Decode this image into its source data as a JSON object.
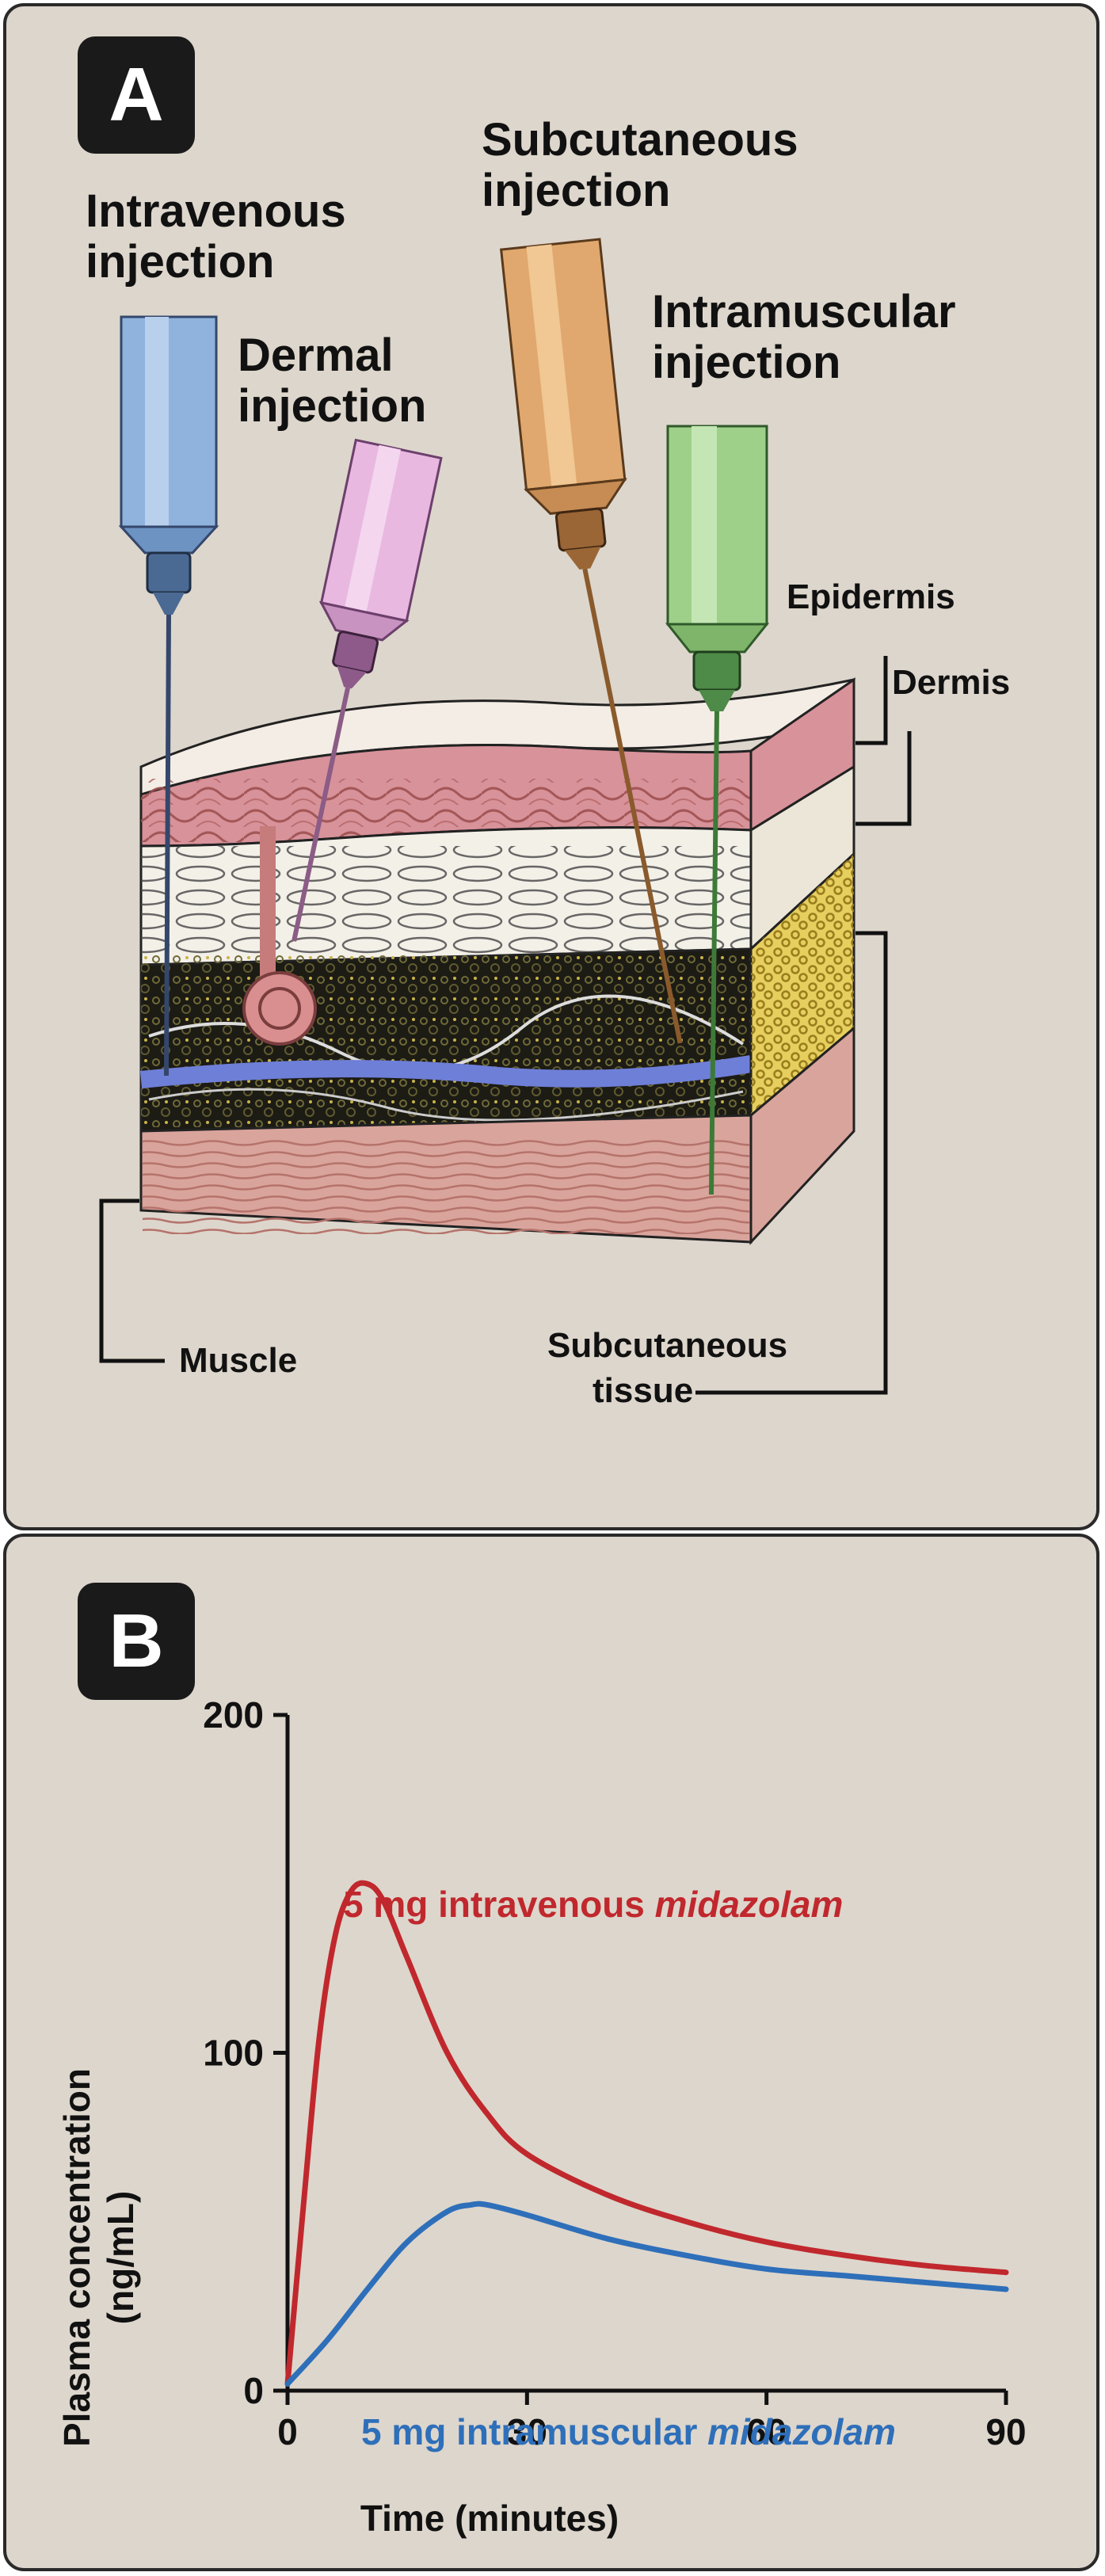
{
  "panel_a": {
    "badge": "A",
    "labels": {
      "iv_line1": "Intravenous",
      "iv_line2": "injection",
      "dermal_line1": "Dermal",
      "dermal_line2": "injection",
      "sc_line1": "Subcutaneous",
      "sc_line2": "injection",
      "im_line1": "Intramuscular",
      "im_line2": "injection",
      "epidermis": "Epidermis",
      "dermis": "Dermis",
      "muscle": "Muscle",
      "sctissue_line1": "Subcutaneous",
      "sctissue_line2": "tissue"
    },
    "colors": {
      "iv_syringe": "#8fb3dd",
      "dermal_syringe": "#e8b8e0",
      "sc_syringe": "#e0a86e",
      "im_syringe": "#9fd08a",
      "epidermis": "#f3ece4",
      "dermis": "#d89a9a",
      "subcutaneous": "#1a1a12",
      "muscle": "#d8a39b",
      "vein": "#6e7fd8"
    }
  },
  "panel_b": {
    "badge": "B",
    "chart_data": {
      "type": "line",
      "xlabel": "Time (minutes)",
      "ylabel_line1": "Plasma concentration",
      "ylabel_line2": "(ng/mL)",
      "xlim": [
        0,
        90
      ],
      "ylim": [
        0,
        200
      ],
      "xticks": [
        0,
        30,
        60,
        90
      ],
      "yticks": [
        0,
        100,
        200
      ],
      "grid": false,
      "series": [
        {
          "name_prefix": "5 mg intravenous ",
          "name_italic": "midazolam",
          "color": "#c0282d",
          "x": [
            0,
            2,
            4,
            6,
            8,
            10,
            12,
            15,
            20,
            25,
            30,
            40,
            50,
            60,
            70,
            80,
            90
          ],
          "y": [
            2,
            55,
            105,
            135,
            148,
            150,
            145,
            128,
            100,
            82,
            70,
            58,
            50,
            44,
            40,
            37,
            35
          ]
        },
        {
          "name_prefix": "5 mg intramuscular ",
          "name_italic": "midazolam",
          "color": "#2e6fba",
          "x": [
            0,
            5,
            10,
            15,
            20,
            23,
            25,
            30,
            40,
            50,
            60,
            70,
            80,
            90
          ],
          "y": [
            2,
            15,
            30,
            44,
            53,
            55,
            55,
            52,
            45,
            40,
            36,
            34,
            32,
            30
          ]
        }
      ]
    }
  }
}
